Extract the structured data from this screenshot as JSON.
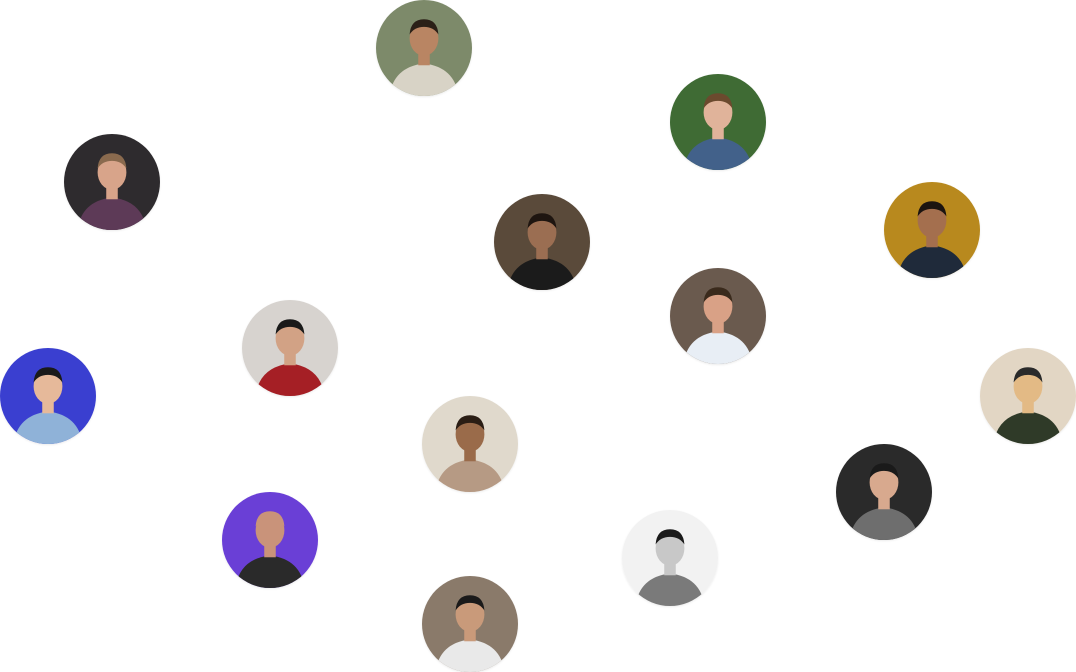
{
  "avatars": [
    {
      "id": "avatar-1",
      "bg": "#7d8a6a",
      "skin": "#b98563",
      "hair": "#2b2017",
      "shirt": "#d8d3c6"
    },
    {
      "id": "avatar-2",
      "bg": "#3f6b34",
      "skin": "#e0b39a",
      "hair": "#6b4a2e",
      "shirt": "#42618a"
    },
    {
      "id": "avatar-3",
      "bg": "#2e2b2e",
      "skin": "#d8a48a",
      "hair": "#8a6a4e",
      "shirt": "#5d3a57"
    },
    {
      "id": "avatar-4",
      "bg": "#5a4a3a",
      "skin": "#9b6e52",
      "hair": "#1e1510",
      "shirt": "#1b1b1b"
    },
    {
      "id": "avatar-5",
      "bg": "#b8891e",
      "skin": "#a46f4e",
      "hair": "#1b1410",
      "shirt": "#1f2a3a"
    },
    {
      "id": "avatar-6",
      "bg": "#6a5a4e",
      "skin": "#d9a186",
      "hair": "#3a2a1c",
      "shirt": "#e8eef5"
    },
    {
      "id": "avatar-7",
      "bg": "#d7d3cf",
      "skin": "#d2a285",
      "hair": "#1a1a1a",
      "shirt": "#a51f25"
    },
    {
      "id": "avatar-8",
      "bg": "#3a3fd0",
      "skin": "#e6b99a",
      "hair": "#1a1a1a",
      "shirt": "#8fb2d8"
    },
    {
      "id": "avatar-9",
      "bg": "#e2d6c4",
      "skin": "#e3ba85",
      "hair": "#2a2a2a",
      "shirt": "#2f3a28"
    },
    {
      "id": "avatar-10",
      "bg": "#e0d9cc",
      "skin": "#9a6b4a",
      "hair": "#2a1d14",
      "shirt": "#b69a84"
    },
    {
      "id": "avatar-11",
      "bg": "#2a2a2a",
      "skin": "#d8a98e",
      "hair": "#1a1a1a",
      "shirt": "#6e6e6e"
    },
    {
      "id": "avatar-12",
      "bg": "#6a3fd6",
      "skin": "#c9937a",
      "hair": "#c9937a",
      "shirt": "#2a2a2a"
    },
    {
      "id": "avatar-13",
      "bg": "#f2f2f2",
      "skin": "#c8c8c8",
      "hair": "#1a1a1a",
      "shirt": "#7a7a7a"
    },
    {
      "id": "avatar-14",
      "bg": "#8a7a6a",
      "skin": "#c99a7a",
      "hair": "#1a1a1a",
      "shirt": "#e9e9e9"
    }
  ]
}
